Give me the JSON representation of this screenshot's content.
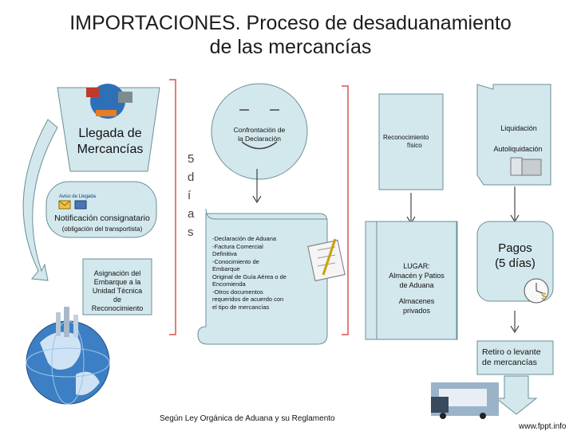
{
  "title": {
    "line1": "IMPORTACIONES. Proceso de desaduanamiento",
    "line2": "de las mercancías"
  },
  "left_column": {
    "llegada_line1": "Llegada de",
    "llegada_line2": "Mercancías",
    "notif_logo_text": "Aviso de Llegada",
    "notificacion": "Notificación consignatario",
    "notificacion_sub": "(obligación del transportista)",
    "asignacion_line1": "Asignación del",
    "asignacion_line2": "Embarque a la",
    "asignacion_line3": "Unidad Técnica",
    "asignacion_line4": "de",
    "asignacion_line5": "Reconocimiento"
  },
  "hidden_fragment": {
    "c1": "5",
    "c2": "d",
    "c3": "í",
    "c4": "a",
    "c5": "s"
  },
  "center": {
    "confrontacion_line1": "Confrontación de",
    "confrontacion_line2": "la Declaración",
    "doc_items": [
      "-Declaración de Aduana",
      "-Factura Comercial",
      "Definitiva",
      "-Conocimiento de",
      "Embarque",
      "Original de Guía Aérea o de",
      "Encomienda",
      "-Otros documentos",
      "requeridos de acuerdo con",
      "el tipo de mercancías"
    ]
  },
  "right_center": {
    "reconocimiento_line1": "Reconocimiento",
    "reconocimiento_line2": "físico",
    "lugar_line1": "LUGAR:",
    "lugar_line2": "Almacén y Patios",
    "lugar_line3": "de Aduana",
    "almacenes_line1": "Almacenes",
    "almacenes_line2": "privados"
  },
  "right": {
    "liquidacion": "Liquidación",
    "autoliquidacion": "Autoliquidación",
    "pagos_line1": "Pagos",
    "pagos_line2": "(5 días)",
    "retiro_line1": "Retiro o levante",
    "retiro_line2": "de mercancías"
  },
  "footer": {
    "source": "Según Ley Orgánica de Aduana y su Reglamento",
    "credit": "www.fppt.info"
  },
  "colors": {
    "box_fill": "#d3e8ec",
    "box_stroke": "#6a8f97",
    "bracket": "#d9534f"
  }
}
